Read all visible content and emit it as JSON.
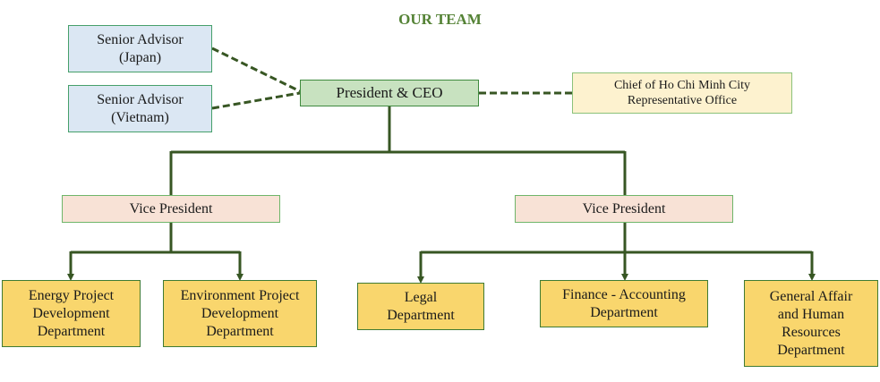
{
  "title": "OUR TEAM",
  "nodes": {
    "advisor_japan": "Senior Advisor\n(Japan)",
    "advisor_vietnam": "Senior Advisor\n(Vietnam)",
    "ceo": "President & CEO",
    "hcmc_rep": "Chief of  Ho Chi Minh City\nRepresentative Office",
    "vp_left": "Vice President",
    "vp_right": "Vice President",
    "energy": "Energy Project\nDevelopment\nDepartment",
    "environment": "Environment Project\nDevelopment\nDepartment",
    "legal": "Legal\nDepartment",
    "finance": "Finance - Accounting\nDepartment",
    "ga_hr": "General Affair\nand Human\nResources\nDepartment"
  },
  "colors": {
    "title": "#548235",
    "line": "#375623",
    "advisor_fill": "#dbe7f3",
    "ceo_fill": "#c8e2c0",
    "rep_fill": "#fdf2cf",
    "vp_fill": "#f8e2d6",
    "dept_fill": "#f9d66d"
  }
}
